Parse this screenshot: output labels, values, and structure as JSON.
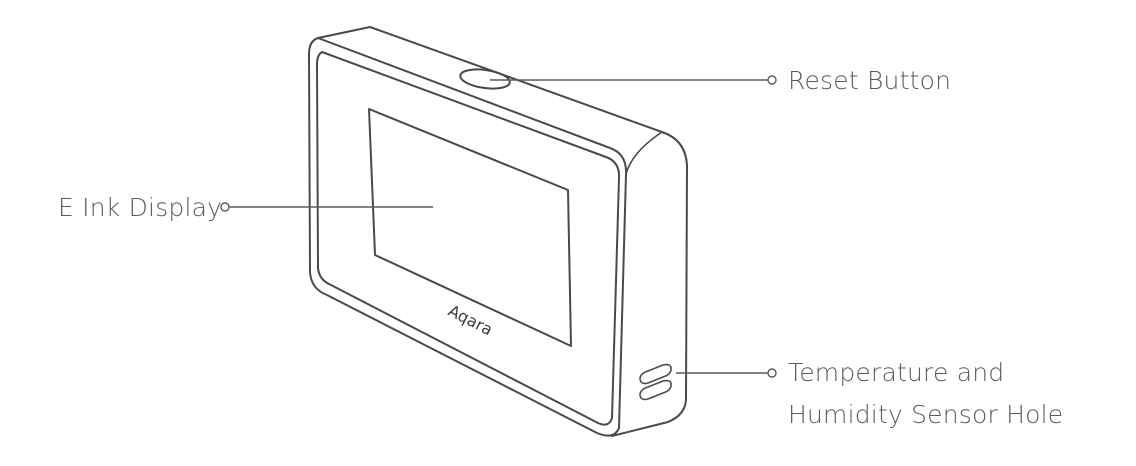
{
  "labels": {
    "reset_button": "Reset Button",
    "e_ink_display": "E Ink Display",
    "sensor_hole_line1": "Temperature and",
    "sensor_hole_line2": "Humidity Sensor Hole"
  },
  "logo_text": "Aqara",
  "colors": {
    "stroke": "#4a4a4a",
    "leader_line": "#5a5a5a",
    "label_text": "#5a5a5a",
    "background": "#ffffff"
  }
}
